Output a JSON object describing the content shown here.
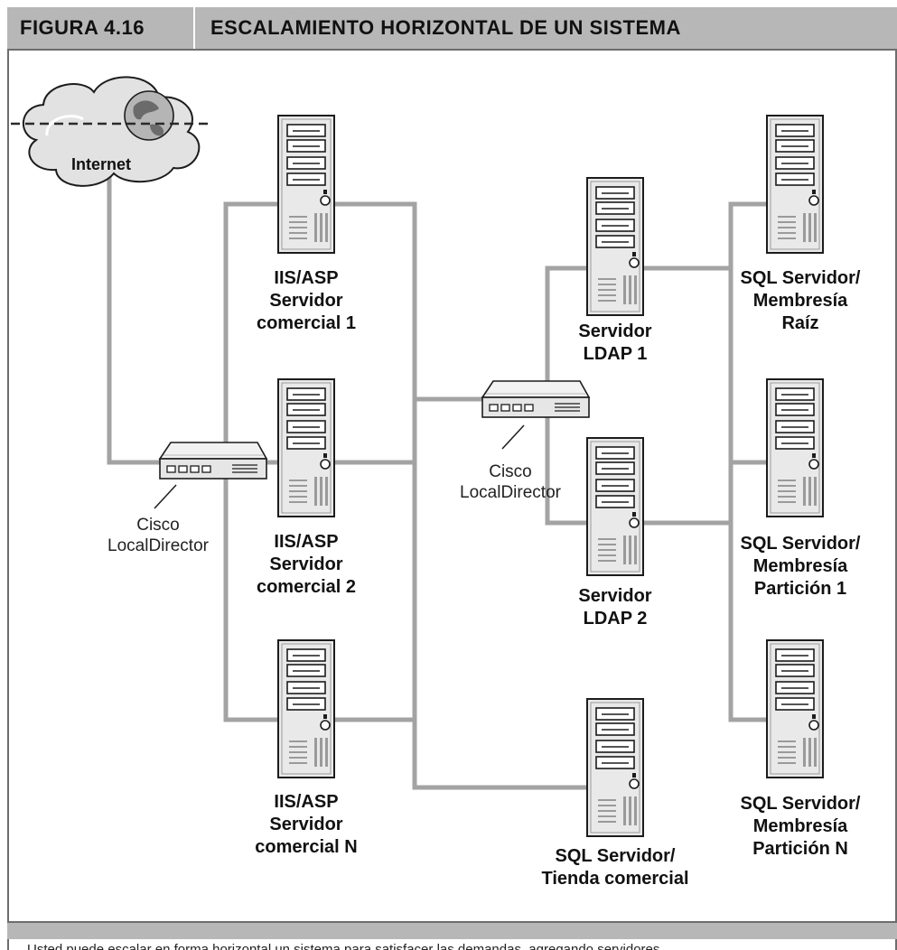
{
  "figure": {
    "number": "FIGURA 4.16",
    "title": "ESCALAMIENTO HORIZONTAL DE UN SISTEMA"
  },
  "caption": "Usted puede escalar en forma horizontal un sistema para satisfacer las demandas, agregando servidores",
  "nodes": {
    "internet": {
      "label": "Internet",
      "icon": "cloud-globe-icon"
    },
    "router_left": {
      "line1": "Cisco",
      "line2": "LocalDirector",
      "icon": "router-icon"
    },
    "router_center": {
      "line1": "Cisco",
      "line2": "LocalDirector",
      "icon": "router-icon"
    },
    "iis1": {
      "line1": "IIS/ASP",
      "line2": "Servidor",
      "line3": "comercial 1",
      "icon": "server-tower-icon"
    },
    "iis2": {
      "line1": "IIS/ASP",
      "line2": "Servidor",
      "line3": "comercial 2",
      "icon": "server-tower-icon"
    },
    "iisn": {
      "line1": "IIS/ASP",
      "line2": "Servidor",
      "line3": "comercial N",
      "icon": "server-tower-icon"
    },
    "ldap1": {
      "line1": "Servidor",
      "line2": "LDAP 1",
      "icon": "server-tower-icon"
    },
    "ldap2": {
      "line1": "Servidor",
      "line2": "LDAP 2",
      "icon": "server-tower-icon"
    },
    "sqlstore": {
      "line1": "SQL Servidor/",
      "line2": "Tienda comercial",
      "icon": "server-tower-icon"
    },
    "sqlroot": {
      "line1": "SQL Servidor/",
      "line2": "Membresía",
      "line3": "Raíz",
      "icon": "server-tower-icon"
    },
    "sqlp1": {
      "line1": "SQL Servidor/",
      "line2": "Membresía",
      "line3": "Partición 1",
      "icon": "server-tower-icon"
    },
    "sqlpn": {
      "line1": "SQL Servidor/",
      "line2": "Membresía",
      "line3": "Partición N",
      "icon": "server-tower-icon"
    }
  },
  "colors": {
    "header_bg": "#b7b7b7",
    "line": "#a3a3a3",
    "server_body": "#e6e6e6",
    "server_edge": "#222222"
  }
}
